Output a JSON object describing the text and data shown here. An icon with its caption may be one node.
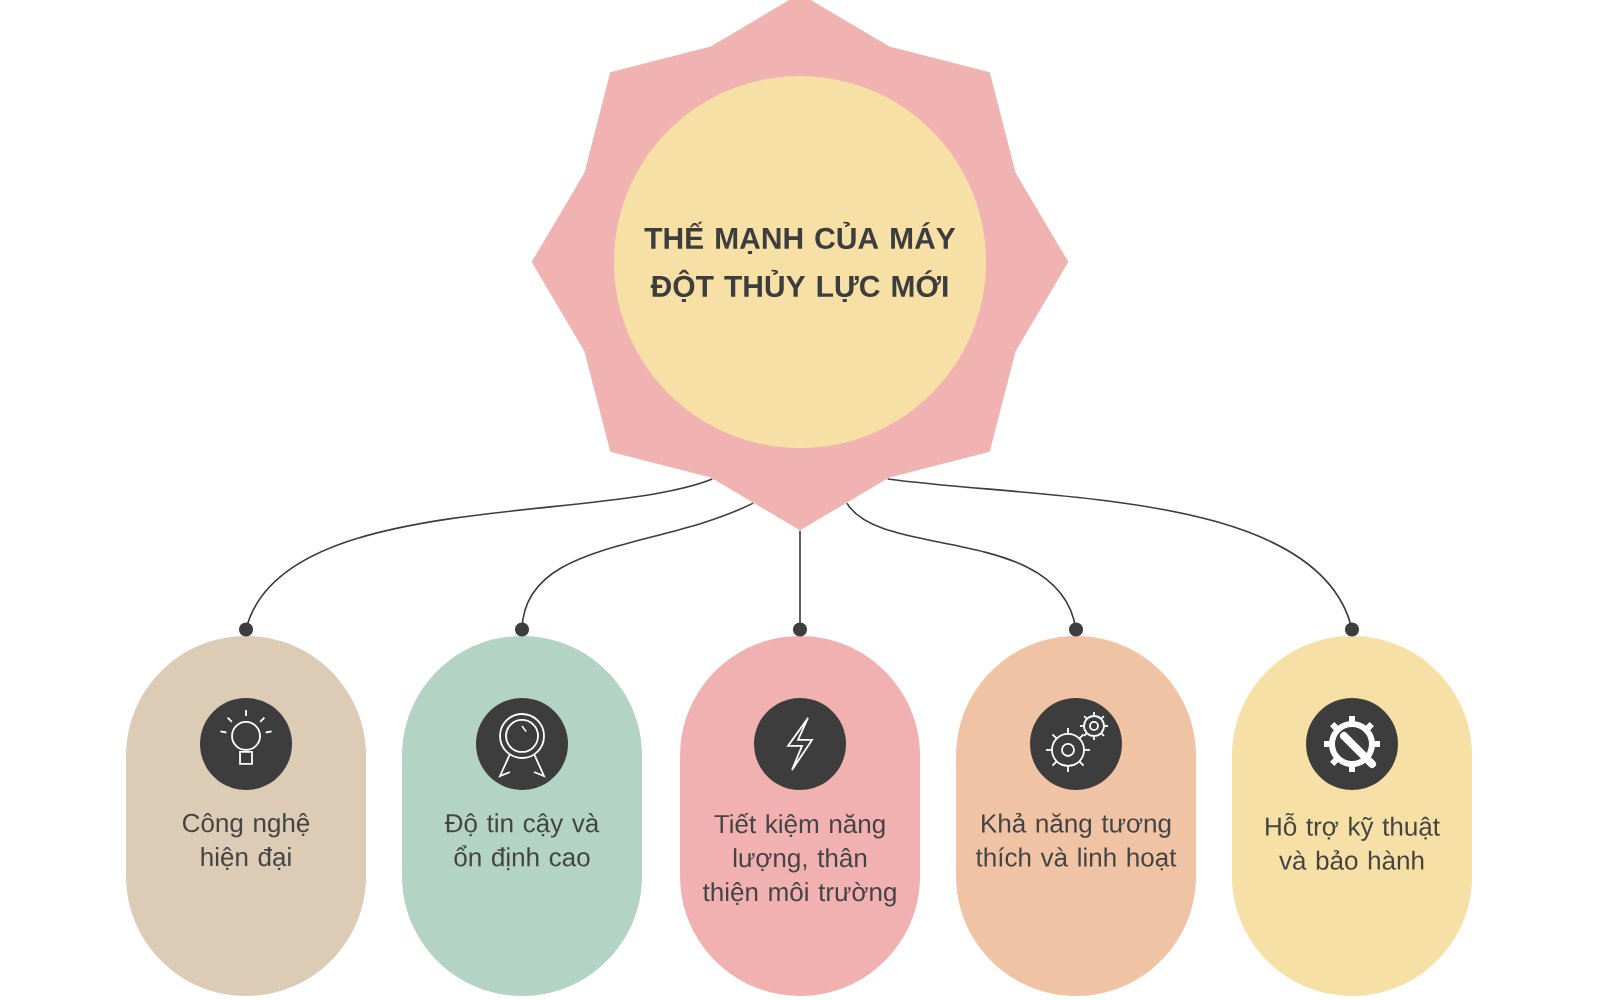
{
  "diagram": {
    "nodes": [
      {
        "text": [
          "THẾ MẠNH CỦA MÁY ĐỘT THỦY LỰC MỚI"
        ]
      },
      {
        "text": [
          "Công nghệ hiện đại"
        ]
      },
      {
        "text": [
          "Độ tin cậy và ổn định cao"
        ]
      },
      {
        "text": [
          "Tiết kiệm năng lượng, thân thiện môi trường"
        ]
      },
      {
        "text": [
          "Khả năng tương thích và linh hoạt"
        ]
      },
      {
        "text": [
          "Hỗ trợ kỹ thuật và bảo hành"
        ]
      }
    ],
    "edges": [
      {
        "from": 0,
        "to": 1,
        "arrow": "other"
      },
      {
        "from": 0,
        "to": 2,
        "arrow": "other"
      },
      {
        "from": 0,
        "to": 3,
        "arrow": "other"
      },
      {
        "from": 0,
        "to": 4,
        "arrow": "other"
      },
      {
        "from": 0,
        "to": 5,
        "arrow": "other"
      }
    ]
  }
}
